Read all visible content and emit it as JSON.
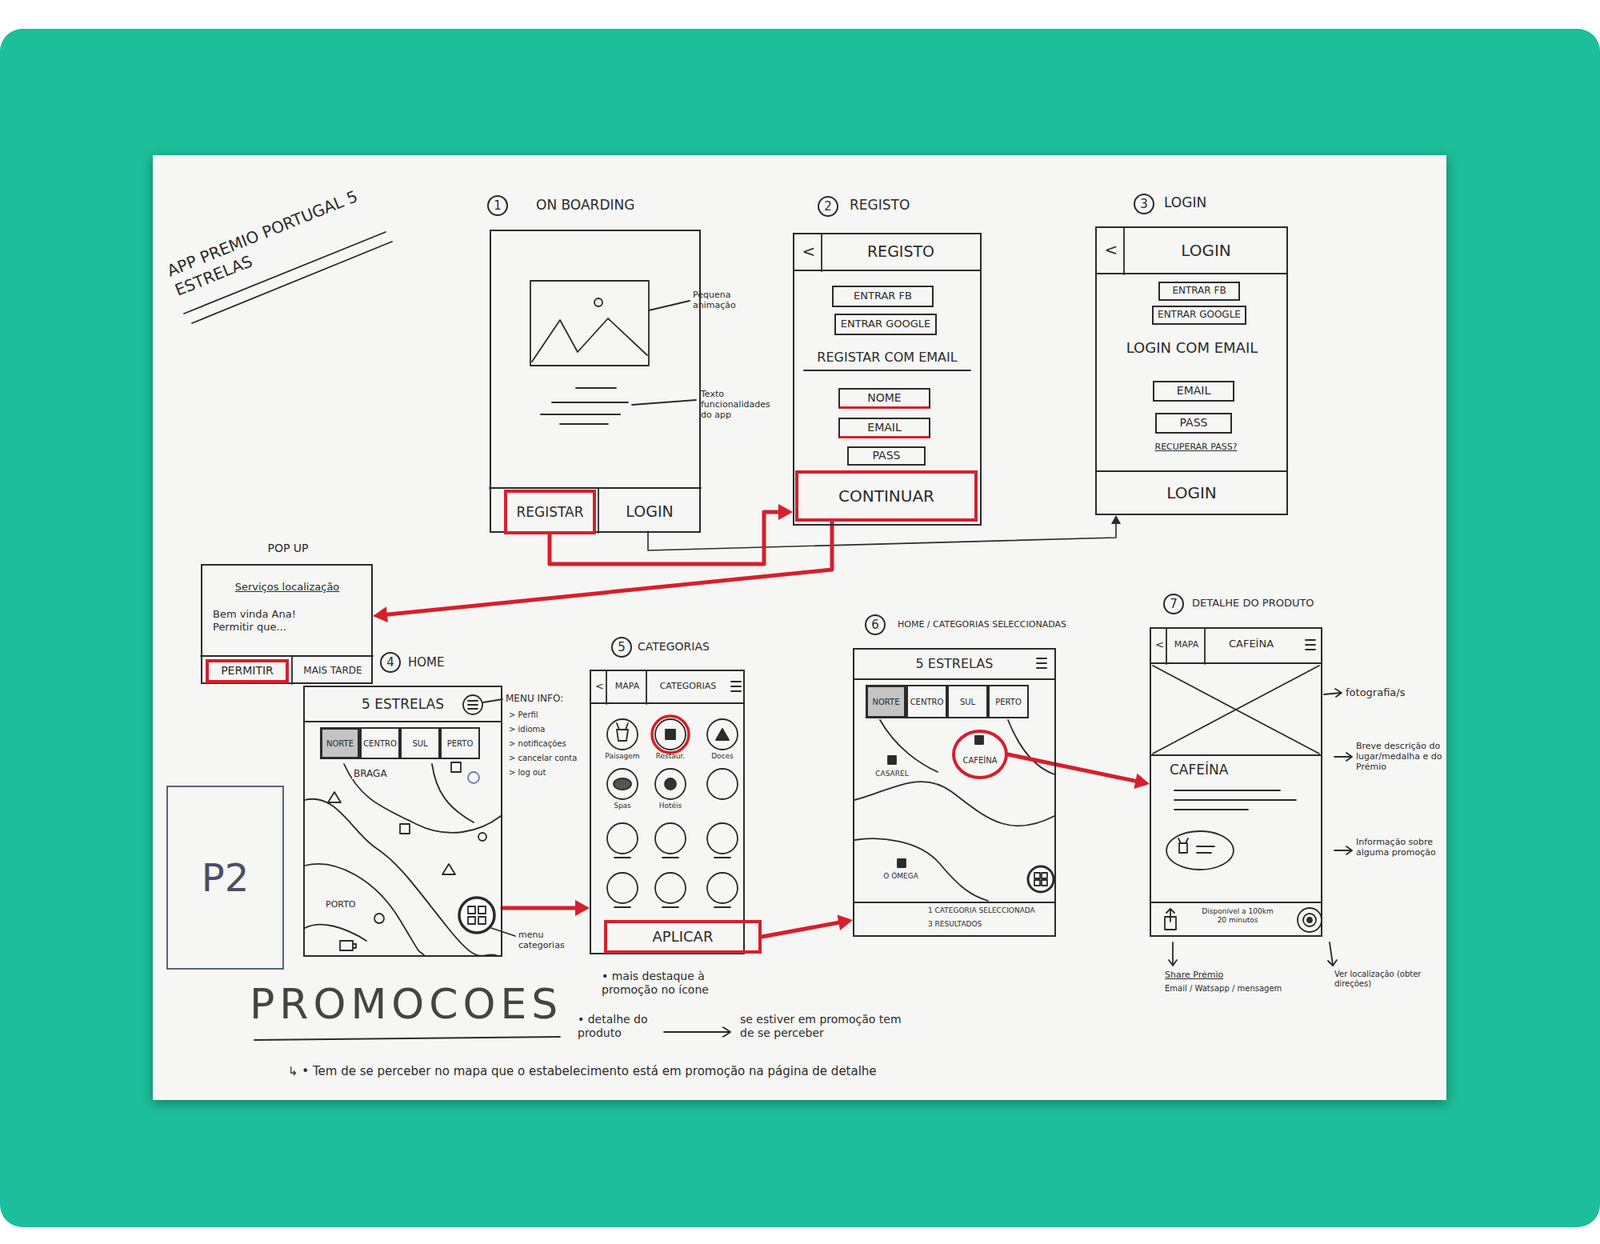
{
  "diagram": {
    "title": "APP PREMIO PORTUGAL 5 ESTRELAS",
    "nodes": [
      {
        "text": [
          "1"
        ]
      },
      {
        "text": [
          "ON BOARDING"
        ]
      },
      {
        "text": [
          "REGISTAR"
        ],
        "in": 1
      },
      {
        "text": [
          "LOGIN"
        ],
        "in": 1
      },
      {
        "text": [
          "2"
        ]
      },
      {
        "text": [
          "REGISTO",
          "REGISTAR COM EMAIL"
        ]
      },
      {
        "text": [
          "<",
          "REGISTO"
        ],
        "in": 5
      },
      {
        "text": [
          "ENTRAR FB"
        ],
        "in": 5
      },
      {
        "text": [
          "ENTRAR GOOGLE"
        ],
        "in": 5
      },
      {
        "text": [
          "NOME"
        ],
        "in": 5
      },
      {
        "text": [
          "EMAIL"
        ],
        "in": 5
      },
      {
        "text": [
          "PASS"
        ],
        "in": 5
      },
      {
        "text": [
          "CONTINUAR"
        ],
        "in": 5
      },
      {
        "text": [
          "3"
        ]
      },
      {
        "text": [
          "LOGIN",
          "LOGIN COM EMAIL",
          "RECUPERAR PASS?"
        ]
      },
      {
        "text": [
          "<",
          "LOGIN"
        ],
        "in": 14
      },
      {
        "text": [
          "ENTRAR FB"
        ],
        "in": 14
      },
      {
        "text": [
          "ENTRAR GOOGLE"
        ],
        "in": 14
      },
      {
        "text": [
          "EMAIL"
        ],
        "in": 14
      },
      {
        "text": [
          "PASS"
        ],
        "in": 14
      },
      {
        "text": [
          "LOGIN"
        ],
        "in": 14
      },
      {
        "text": [
          "POP UP",
          "Serviços localização",
          "Bem vinda Ana! Permitir que..."
        ]
      },
      {
        "text": [
          "PERMITIR"
        ],
        "in": 21
      },
      {
        "text": [
          "MAIS TARDE"
        ],
        "in": 21
      },
      {
        "text": [
          "4"
        ]
      },
      {
        "text": [
          "HOME",
          "BRAGA",
          "PORTO"
        ]
      },
      {
        "text": [
          "5 ESTRELAS"
        ],
        "in": 25
      },
      {
        "text": [
          "NORTE"
        ],
        "in": 25
      },
      {
        "text": [
          "CENTRO"
        ],
        "in": 25
      },
      {
        "text": [
          "SUL"
        ],
        "in": 25
      },
      {
        "text": [
          "PERTO"
        ],
        "in": 25
      },
      {
        "text": [
          "P2"
        ]
      },
      {
        "text": [
          "5"
        ]
      },
      {
        "text": [
          "CATEGORIAS",
          "Paisagem",
          "Restaur.",
          "Doces",
          "Spas",
          "Hotéis"
        ]
      },
      {
        "text": [
          "<",
          "MAPA",
          "CATEGORIAS"
        ],
        "in": 33
      },
      {
        "text": [
          "APLICAR"
        ],
        "in": 33
      },
      {
        "text": [
          "6"
        ]
      },
      {
        "text": [
          "HOME / CATEGORIAS SELECCIONADAS",
          "CASAREL",
          "O ÔMEGA",
          "1 CATEGORIA SELECCIONADA",
          "3 RESULTADOS"
        ]
      },
      {
        "text": [
          "5 ESTRELAS"
        ],
        "in": 37
      },
      {
        "text": [
          "NORTE"
        ],
        "in": 37
      },
      {
        "text": [
          "CENTRO"
        ],
        "in": 37
      },
      {
        "text": [
          "SUL"
        ],
        "in": 37
      },
      {
        "text": [
          "PERTO"
        ],
        "in": 37
      },
      {
        "text": [
          "CAFEÍNA"
        ],
        "in": 37
      },
      {
        "text": [
          "7"
        ]
      },
      {
        "text": [
          "DETALHE DO PRODUTO",
          "CAFEÍNA",
          "Disponível a 100km 20 minutos"
        ]
      },
      {
        "text": [
          "<",
          "MAPA",
          "CAFEÍNA"
        ],
        "in": 45
      }
    ],
    "edges": [
      {
        "from": 2,
        "to": 5,
        "arrow": "to"
      },
      {
        "from": 12,
        "to": 21,
        "arrow": "to"
      },
      {
        "from": 3,
        "to": 14,
        "arrow": "to"
      },
      {
        "from": 25,
        "to": 33,
        "arrow": "to"
      },
      {
        "from": 35,
        "to": 37,
        "arrow": "to"
      },
      {
        "from": 43,
        "to": 45,
        "arrow": "to"
      }
    ],
    "labels": [
      "Pequena animação",
      "Texto funcionalidades do app",
      "MENU INFO:",
      "> Perfil",
      "> idioma",
      "> notificações",
      "> cancelar conta",
      "> log out",
      "menu categorias",
      "fotografia/s",
      "Breve descrição do lugar/medalha e do Prémio",
      "Informação sobre alguma promoção",
      "Share Prémio",
      "Email / Watsapp / mensagem",
      "Ver localização (obter direções)",
      "PROMOCOES",
      "• mais destaque à promoção no ícone",
      "• detalhe do produto",
      "se estiver em promoção tem de se perceber",
      "↳ • Tem de se perceber no mapa que o estabelecimento está em promoção na página de detalhe"
    ]
  }
}
